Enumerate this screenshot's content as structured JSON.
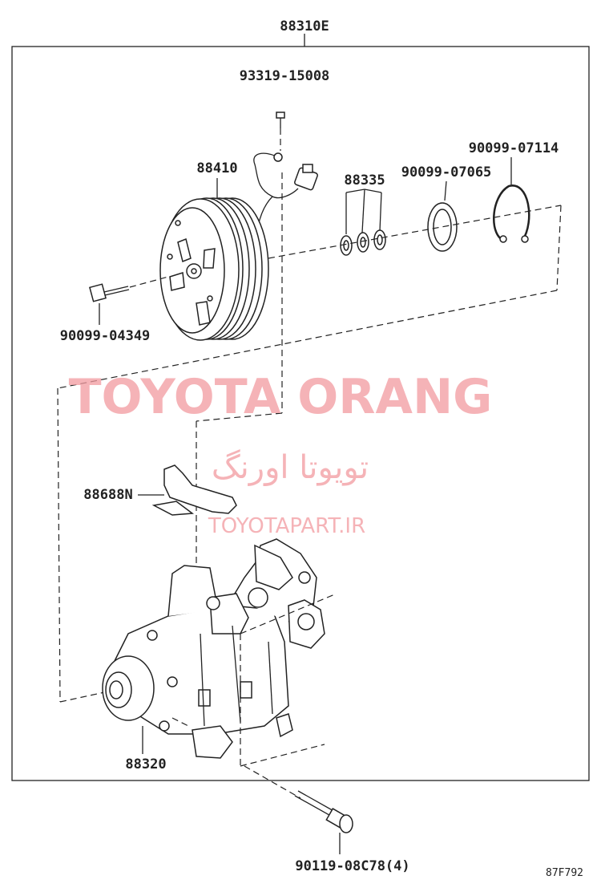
{
  "assembly_label": "88310E",
  "parts": {
    "bolt_top": "93319-15008",
    "clutch": "88410",
    "shims": "88335",
    "snap_ring": "90099-07065",
    "ring": "90099-07114",
    "pulley_bolt": "90099-04349",
    "bracket": "88688N",
    "compressor": "88320",
    "mount_bolt": "90119-08C78(4)"
  },
  "figure_code": "87F792",
  "watermark": {
    "brand_en": "TOYOTA ORANG",
    "brand_fa": "تويوتا اورنگ",
    "site": "TOYOTAPART.IR"
  }
}
